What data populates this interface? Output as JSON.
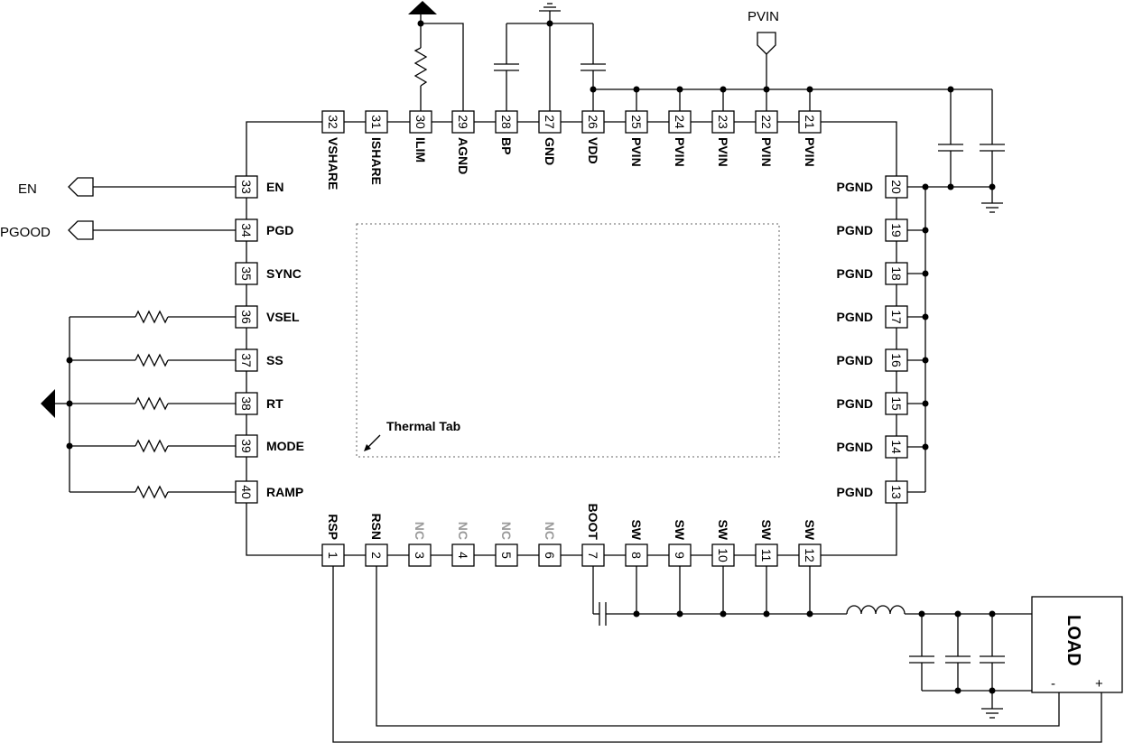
{
  "pins": {
    "p1": {
      "num": "1",
      "name": "RSP"
    },
    "p2": {
      "num": "2",
      "name": "RSN"
    },
    "p3": {
      "num": "3",
      "name": "NC"
    },
    "p4": {
      "num": "4",
      "name": "NC"
    },
    "p5": {
      "num": "5",
      "name": "NC"
    },
    "p6": {
      "num": "6",
      "name": "NC"
    },
    "p7": {
      "num": "7",
      "name": "BOOT"
    },
    "p8": {
      "num": "8",
      "name": "SW"
    },
    "p9": {
      "num": "9",
      "name": "SW"
    },
    "p10": {
      "num": "10",
      "name": "SW"
    },
    "p11": {
      "num": "11",
      "name": "SW"
    },
    "p12": {
      "num": "12",
      "name": "SW"
    },
    "p13": {
      "num": "13",
      "name": "PGND"
    },
    "p14": {
      "num": "14",
      "name": "PGND"
    },
    "p15": {
      "num": "15",
      "name": "PGND"
    },
    "p16": {
      "num": "16",
      "name": "PGND"
    },
    "p17": {
      "num": "17",
      "name": "PGND"
    },
    "p18": {
      "num": "18",
      "name": "PGND"
    },
    "p19": {
      "num": "19",
      "name": "PGND"
    },
    "p20": {
      "num": "20",
      "name": "PGND"
    },
    "p21": {
      "num": "21",
      "name": "PVIN"
    },
    "p22": {
      "num": "22",
      "name": "PVIN"
    },
    "p23": {
      "num": "23",
      "name": "PVIN"
    },
    "p24": {
      "num": "24",
      "name": "PVIN"
    },
    "p25": {
      "num": "25",
      "name": "PVIN"
    },
    "p26": {
      "num": "26",
      "name": "VDD"
    },
    "p27": {
      "num": "27",
      "name": "GND"
    },
    "p28": {
      "num": "28",
      "name": "BP"
    },
    "p29": {
      "num": "29",
      "name": "AGND"
    },
    "p30": {
      "num": "30",
      "name": "ILIM"
    },
    "p31": {
      "num": "31",
      "name": "ISHARE"
    },
    "p32": {
      "num": "32",
      "name": "VSHARE"
    },
    "p33": {
      "num": "33",
      "name": "EN"
    },
    "p34": {
      "num": "34",
      "name": "PGD"
    },
    "p35": {
      "num": "35",
      "name": "SYNC"
    },
    "p36": {
      "num": "36",
      "name": "VSEL"
    },
    "p37": {
      "num": "37",
      "name": "SS"
    },
    "p38": {
      "num": "38",
      "name": "RT"
    },
    "p39": {
      "num": "39",
      "name": "MODE"
    },
    "p40": {
      "num": "40",
      "name": "RAMP"
    }
  },
  "thermal_tab": "Thermal Tab",
  "external": {
    "en": "EN",
    "pgood": "PGOOD",
    "pvin": "PVIN",
    "load": "LOAD",
    "load_minus": "-",
    "load_plus": "+"
  }
}
